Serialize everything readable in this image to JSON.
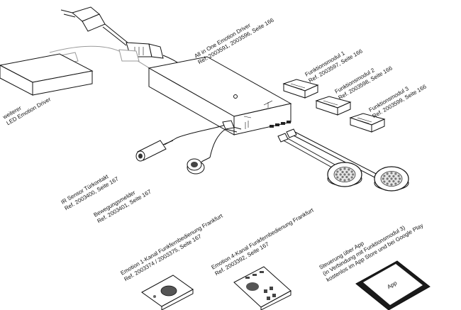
{
  "labels": {
    "driver_title": "All in One Emotion Driver",
    "driver_ref": "Ref. 2003591, 2003596, Seite 166",
    "module1_title": "Funktionsmodul 1",
    "module1_ref": "Ref. 2003597, Seite 166",
    "module2_title": "Funktionsmodul 2",
    "module2_ref": "Ref. 2003598, Seite 166",
    "module3_title": "Funktionsmodul 3",
    "module3_ref": "Ref. 2003599, Seite 166",
    "led_driver_1": "weiterer",
    "led_driver_2": "LED Emotion Driver",
    "ir_sensor_title": "IR Sensor Türkontakt",
    "ir_sensor_ref": "Ref. 2003400, Seite 167",
    "motion_title": "Bewegungsmelder",
    "motion_ref": "Ref. 2003401, Seite 167",
    "remote1_title": "Emotion 1-Kanal Funkfernbedienung Frankfurt",
    "remote1_ref": "Ref. 2003374 / 2003375, Seite 167",
    "remote4_title": "Emotion 4-Kanal Funkfernbedienung Frankfurt",
    "remote4_ref": "Ref. 2003392, Seite 167",
    "app_line1": "Steuerung über App",
    "app_line2": "(in Verbindung mit Funktionsmodul 3)",
    "app_line3": "kostenlos im App Store und bei Google Play",
    "app_screen": "App"
  }
}
